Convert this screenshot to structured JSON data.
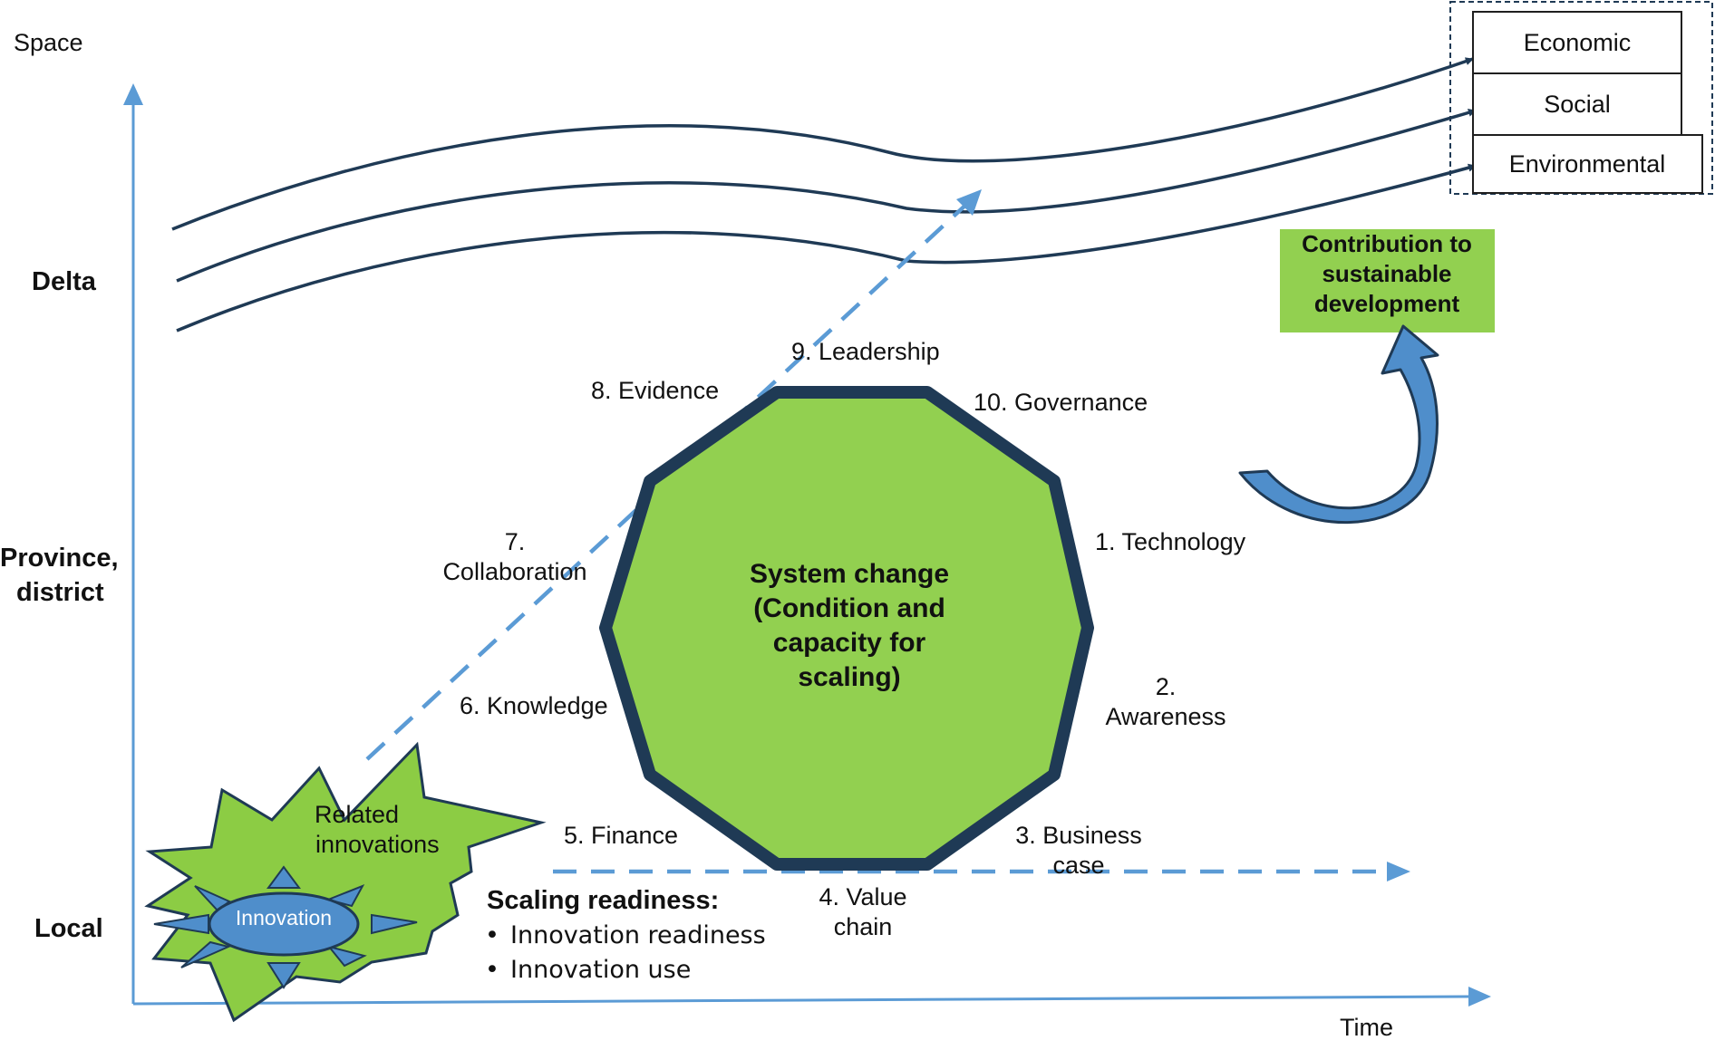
{
  "axes": {
    "y_title": "Space",
    "x_title": "Time",
    "y_levels": {
      "delta": "Delta",
      "province_line1": "Province,",
      "province_line2": "district",
      "local": "Local"
    }
  },
  "outcomes": {
    "economic": "Economic",
    "social": "Social",
    "environmental": "Environmental"
  },
  "contribution": {
    "line1": "Contribution to",
    "line2": "sustainable",
    "line3": "development"
  },
  "system_change": {
    "line1": "System change",
    "line2": "(Condition and",
    "line3": "capacity for",
    "line4": "scaling)"
  },
  "conditions": {
    "c1": "1. Technology",
    "c2_line1": "2.",
    "c2_line2": "Awareness",
    "c3_line1": "3. Business",
    "c3_line2": "case",
    "c4_line1": "4. Value",
    "c4_line2": "chain",
    "c5": "5. Finance",
    "c6": "6. Knowledge",
    "c7_line1": "7.",
    "c7_line2": "Collaboration",
    "c8": "8. Evidence",
    "c9": "9. Leadership",
    "c10": "10. Governance"
  },
  "innovation": {
    "core": "Innovation",
    "related_line1": "Related",
    "related_line2": "innovations"
  },
  "scaling_readiness": {
    "title": "Scaling readiness:",
    "items": [
      "Innovation readiness",
      "Innovation use"
    ]
  },
  "colors": {
    "axis_blue": "#5b9bd5",
    "navy": "#1f3a55",
    "green": "#92d050",
    "star_green": "#8ccc44",
    "curved_arrow": "#4f8ecb"
  }
}
